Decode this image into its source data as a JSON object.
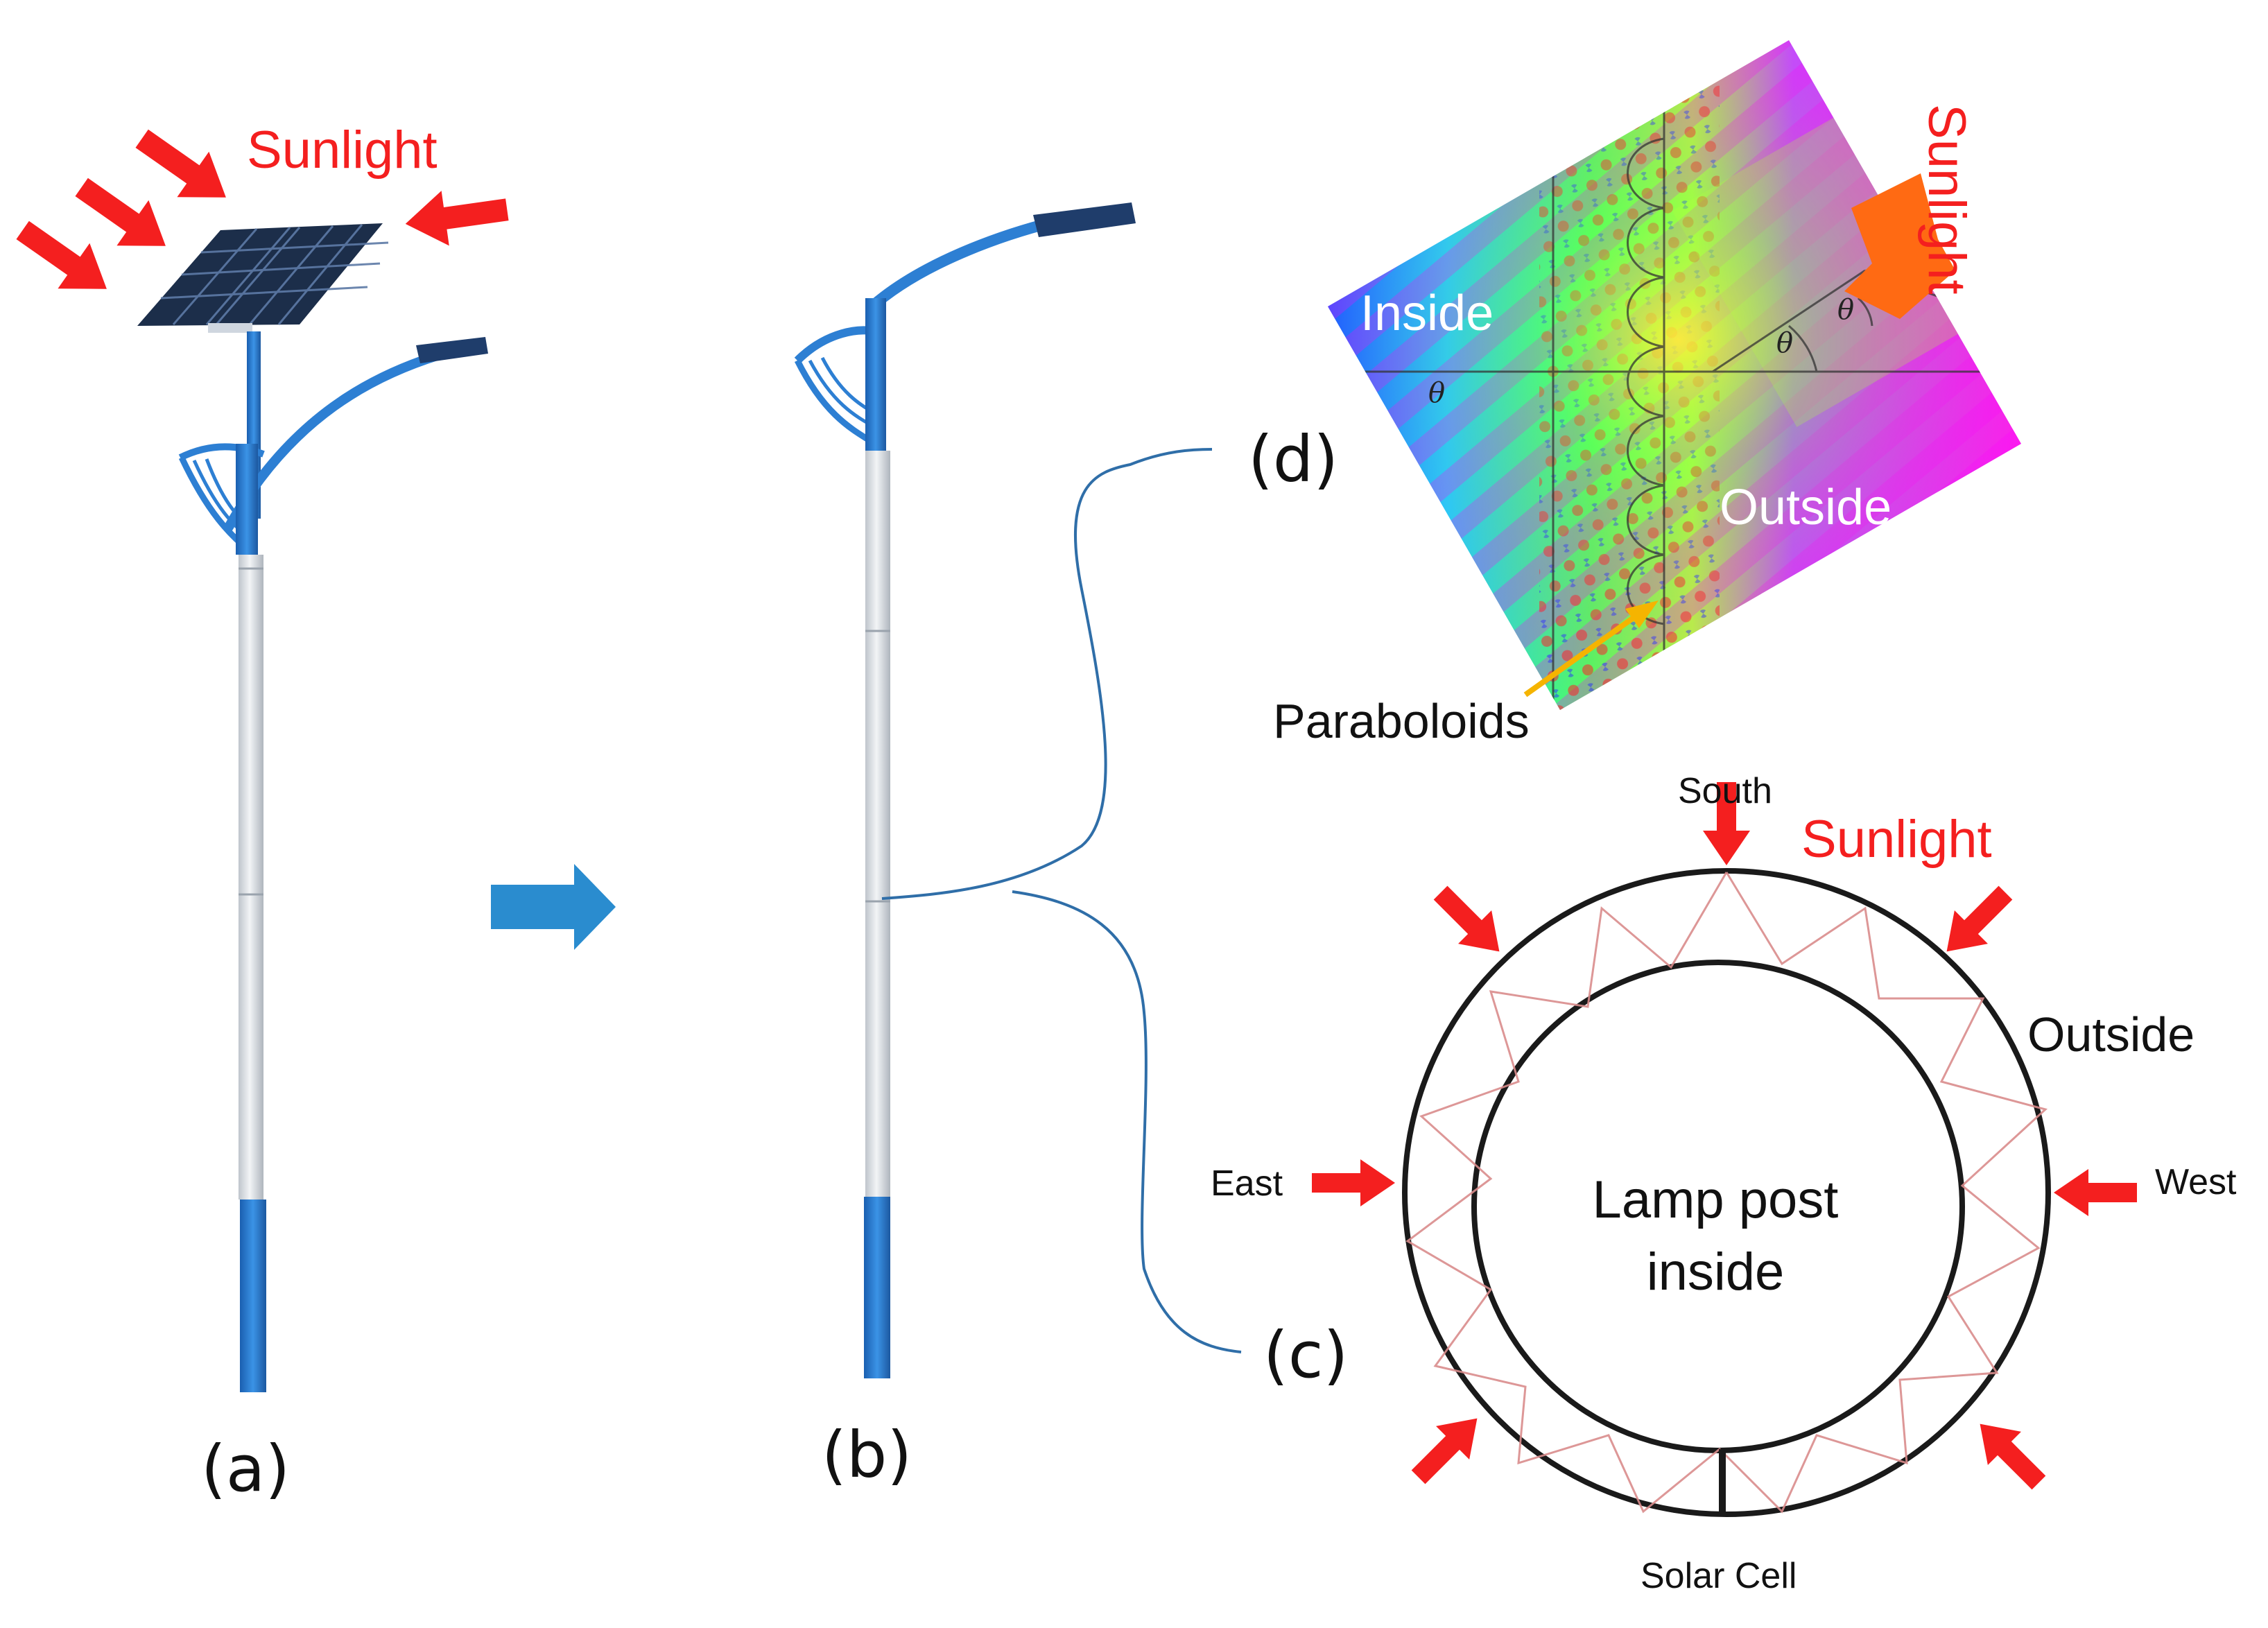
{
  "panels": {
    "a": "(a)",
    "b": "(b)",
    "c": "(c)",
    "d": "(d)"
  },
  "labels": {
    "sunlight_a": "Sunlight",
    "sunlight_d": "Sunlight",
    "sunlight_c": "Sunlight",
    "inside": "Inside",
    "outside_d": "Outside",
    "paraboloids": "Paraboloids",
    "outside_c": "Outside",
    "south": "South",
    "east": "East",
    "west": "West",
    "solar_cell": "Solar Cell",
    "lamp_post_line1": "Lamp post",
    "lamp_post_line2": "inside"
  },
  "colors": {
    "arrow_red": "#f41f1f",
    "pole_blue": "#2d7fd3",
    "pole_silver": "#d9dde2",
    "panel_dark": "#1c2e4a",
    "transition_arrow": "#2a8ccf",
    "bracket_line": "#2f6ea8",
    "sun_orange": "#ff6a13",
    "paraboloid_pointer": "#f5b400",
    "ray_pink": "#d98c8c"
  },
  "icons": {
    "transition": "right-arrow-icon",
    "sunlight": "red-arrow-icon"
  }
}
